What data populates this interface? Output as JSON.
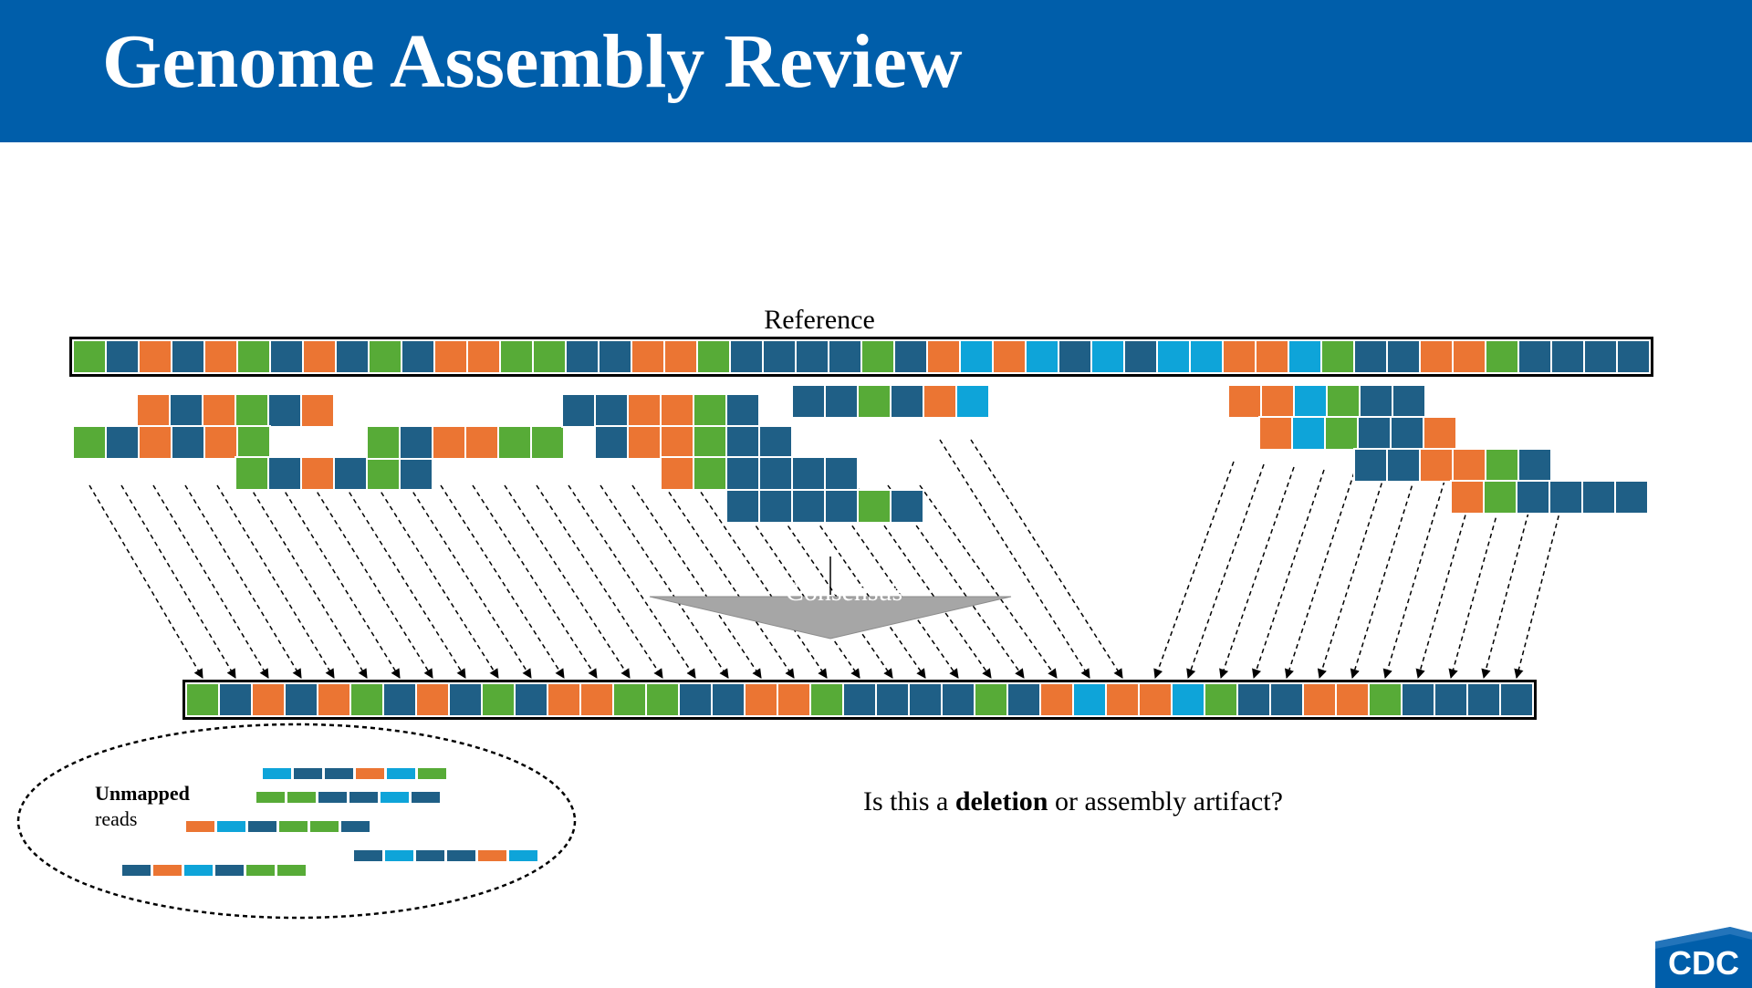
{
  "slide": {
    "title": "Genome Assembly Review"
  },
  "diagram": {
    "reference_label": "Reference",
    "consensus_label": "Consensus",
    "question": {
      "before": "Is this a ",
      "emphasis": "deletion",
      "after": " or assembly artifact?"
    },
    "unmapped_title": "Unmapped",
    "unmapped_subtitle": "reads"
  },
  "logo": {
    "text": "CDC"
  },
  "colors": {
    "header": "#005eaa",
    "G": "#57ab37",
    "D": "#1f5f86",
    "O": "#eb7533",
    "L": "#0ea4d9",
    "arrow": "#a6a6a6"
  },
  "sequences": {
    "legend": {
      "G": "green",
      "D": "dark-blue",
      "O": "orange",
      "L": "light-blue"
    },
    "reference": "GDODOGDODGDOOGGDDOOGDDDDGDOLOLDLDLLOOLGDDOOGDDDD",
    "consensus": "GDODOGDODGDOOGGDDOOGDDDDGDOLOOLGDDOOGDDDD",
    "reads": [
      "ODOGDO",
      "GDODOG",
      "GDODGD",
      "GDOOGG",
      "DDOOGD",
      "DOOGDD",
      "OGDDDD",
      "DDDDGD",
      "DDGDOL",
      "OOLGDD",
      "OLGDDO",
      "DDOOGD",
      "OGDDDD"
    ],
    "unmapped_reads": [
      "LDDOLG",
      "GGDDLD",
      "OLDGGD",
      "DLDDOL",
      "DOLDGG"
    ]
  }
}
